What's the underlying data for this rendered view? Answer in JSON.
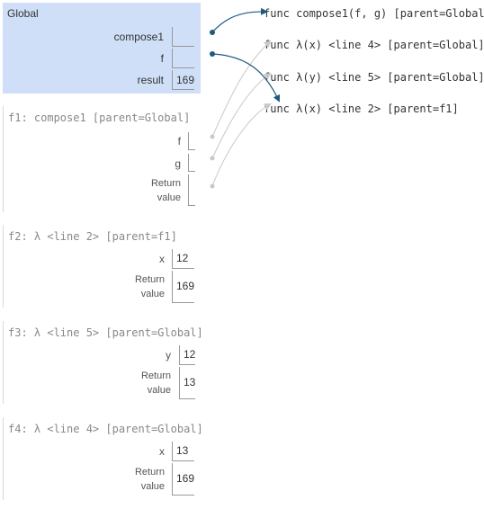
{
  "global": {
    "title": "Global",
    "vars": [
      {
        "name": "compose1",
        "value": ""
      },
      {
        "name": "f",
        "value": ""
      },
      {
        "name": "result",
        "value": "169"
      }
    ]
  },
  "frames": [
    {
      "title": "f1: compose1 [parent=Global]",
      "vars": [
        {
          "name": "f",
          "value": ""
        },
        {
          "name": "g",
          "value": ""
        }
      ],
      "return_label_1": "Return",
      "return_label_2": "value",
      "return_value": ""
    },
    {
      "title": "f2: λ <line 2> [parent=f1]",
      "vars": [
        {
          "name": "x",
          "value": "12"
        }
      ],
      "return_label_1": "Return",
      "return_label_2": "value",
      "return_value": "169"
    },
    {
      "title": "f3: λ <line 5> [parent=Global]",
      "vars": [
        {
          "name": "y",
          "value": "12"
        }
      ],
      "return_label_1": "Return",
      "return_label_2": "value",
      "return_value": "13"
    },
    {
      "title": "f4: λ <line 4> [parent=Global]",
      "vars": [
        {
          "name": "x",
          "value": "13"
        }
      ],
      "return_label_1": "Return",
      "return_label_2": "value",
      "return_value": "169"
    }
  ],
  "functions": [
    "func compose1(f, g) [parent=Global]",
    "func λ(x) <line 4> [parent=Global]",
    "func λ(y) <line 5> [parent=Global]",
    "func λ(x) <line 2> [parent=f1]"
  ],
  "colors": {
    "global_bg": "#cfdff7",
    "active_arrow": "#1d5a80",
    "inactive_arrow": "#c8c8c8"
  }
}
